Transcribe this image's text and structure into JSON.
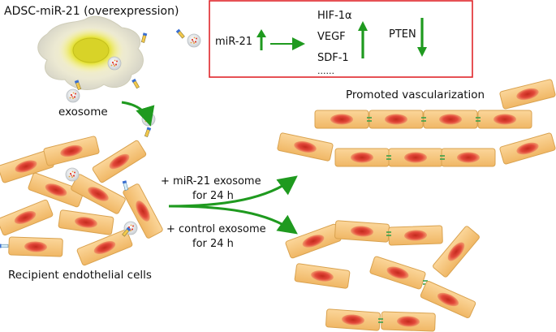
{
  "labels": {
    "adsc_title": "ADSC-miR-21 (overexpression)",
    "exosome": "exosome",
    "recipient": "Recipient endothelial cells",
    "promoted": "Promoted vascularization",
    "mir21_treatment_line1": "+ miR-21 exosome",
    "mir21_treatment_line2": "for 24 h",
    "control_treatment_line1": "+ control exosome",
    "control_treatment_line2": "for 24 h"
  },
  "box": {
    "mir21": "miR-21",
    "targets_up": [
      "HIF-1α",
      "VEGF",
      "SDF-1",
      "......"
    ],
    "target_down": "PTEN"
  },
  "colors": {
    "arrow_green": "#1f9a1f",
    "box_border": "#e0262b",
    "cell_body": "#f6c77e",
    "cell_edge": "#d9a24f",
    "nucleus": "#e2483a",
    "stem_cell_glow": "#e8e42a",
    "junction": "#3aa04a"
  },
  "icons": [
    "exosome-icon",
    "endothelial-cell-icon",
    "stem-cell-icon",
    "up-arrow-icon",
    "down-arrow-icon"
  ]
}
